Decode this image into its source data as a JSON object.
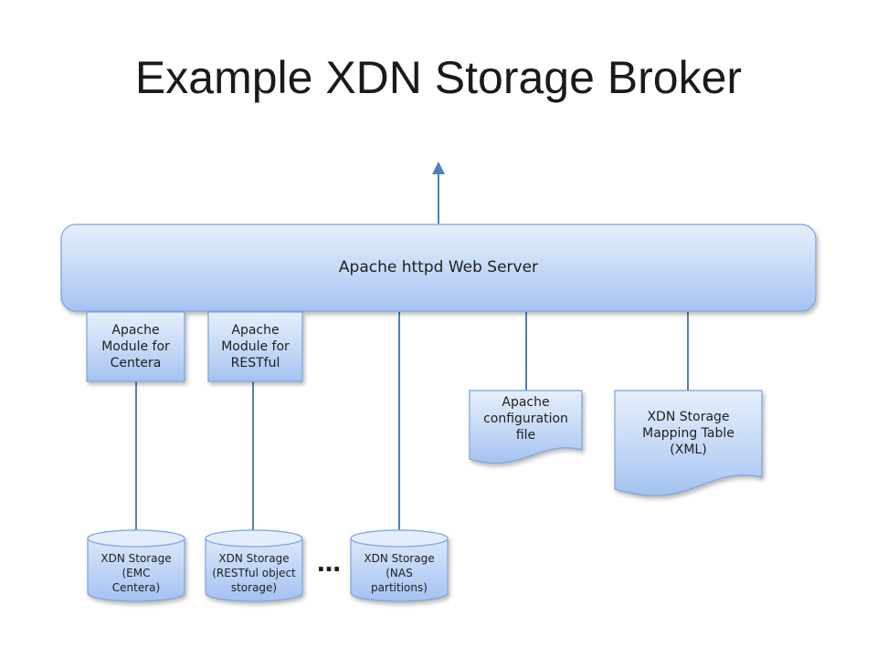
{
  "title": "Example XDN Storage Broker",
  "server": {
    "label": "Apache httpd Web Server"
  },
  "modules": [
    {
      "label": "Apache\nModule for\nCentera"
    },
    {
      "label": "Apache\nModule for\nRESTful"
    }
  ],
  "documents": [
    {
      "label": "Apache\nconfiguration\nfile"
    },
    {
      "label": "XDN Storage\nMapping Table\n(XML)"
    }
  ],
  "storages": [
    {
      "label": "XDN Storage\n(EMC\nCentera)"
    },
    {
      "label": "XDN Storage\n(RESTful object\nstorage)"
    },
    {
      "label": "XDN Storage\n(NAS\npartitions)"
    }
  ],
  "ellipsis": "…",
  "colors": {
    "box_fill_top": "#e4eefb",
    "box_fill_bottom": "#a8c6f3",
    "border": "#7ca3dd",
    "connector": "#4f81bd"
  }
}
